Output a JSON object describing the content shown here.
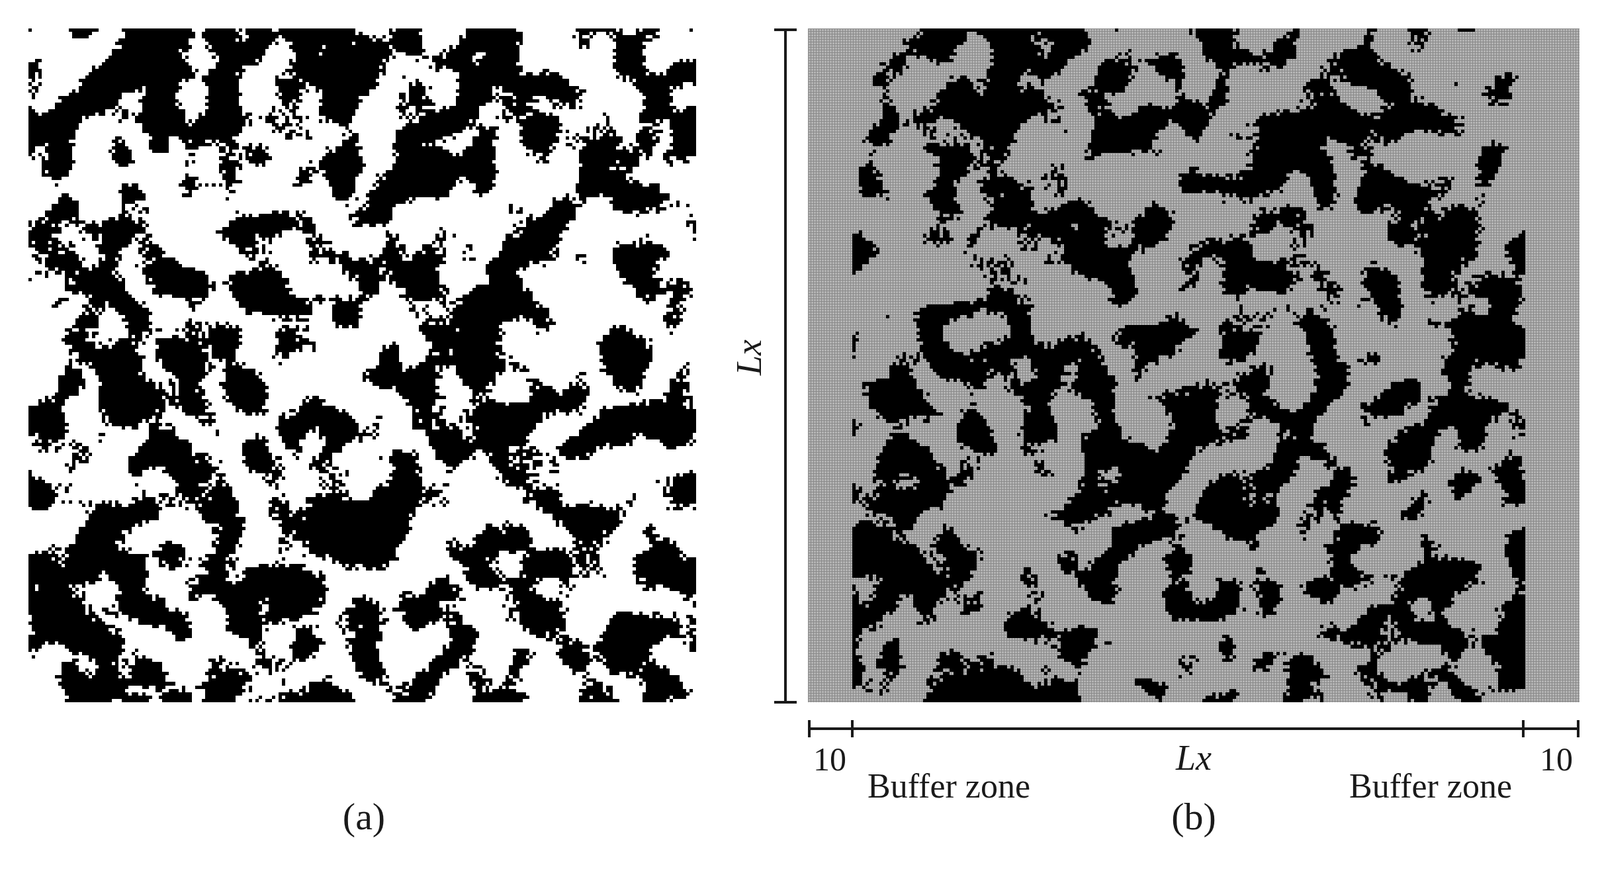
{
  "diagram": {
    "labels": [
      "(a)",
      "Lx",
      "10",
      "Buffer zone",
      "Lx",
      "Buffer zone",
      "10",
      "(b)"
    ]
  }
}
